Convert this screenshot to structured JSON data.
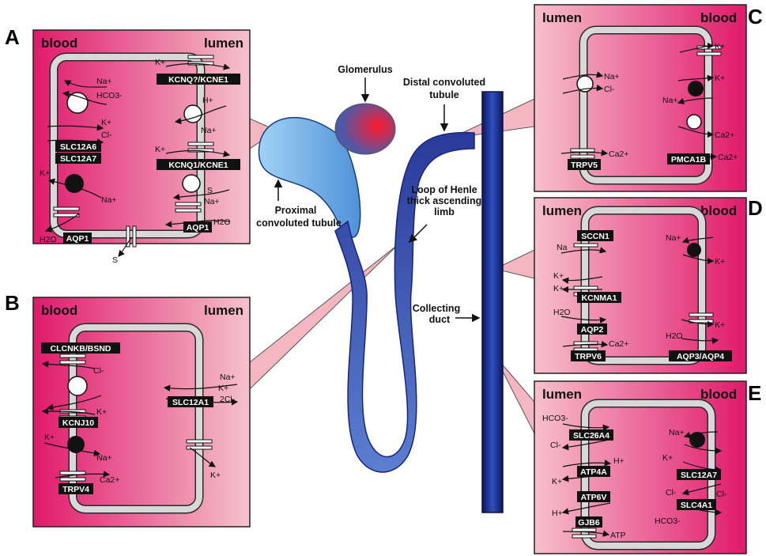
{
  "panels": {
    "A": {
      "letter": "A",
      "left_label": "blood",
      "right_label": "lumen"
    },
    "B": {
      "letter": "B",
      "left_label": "blood",
      "right_label": "lumen"
    },
    "C": {
      "letter": "C",
      "left_label": "lumen",
      "right_label": "blood"
    },
    "D": {
      "letter": "D",
      "left_label": "lumen",
      "right_label": "blood"
    },
    "E": {
      "letter": "E",
      "left_label": "lumen",
      "right_label": "blood"
    }
  },
  "nephron_labels": {
    "glomerulus": "Glomerulus",
    "dct_1": "Distal convoluted",
    "dct_2": "tubule",
    "pct_1": "Proximal",
    "pct_2": "convoluted tubule",
    "loop_1": "Loop of Henle",
    "loop_2": "thick ascending",
    "loop_3": "limb",
    "cd_1": "Collecting",
    "cd_2": "duct"
  },
  "transporters": {
    "A": [
      "KCNQ?/KCNE1",
      "SLC12A6",
      "SLC12A7",
      "KCNQ1/KCNE1",
      "AQP1",
      "AQP1"
    ],
    "B": [
      "CLCNKB/BSND",
      "KCNJ10",
      "TRPV4",
      "SLC12A1"
    ],
    "C": [
      "TRPV5",
      "PMCA1B"
    ],
    "D": [
      "SCCN1",
      "KCNMA1",
      "AQP2",
      "TRPV6",
      "AQP3/AQP4"
    ],
    "E": [
      "SLC26A4",
      "ATP4A",
      "ATP6V",
      "GJB6",
      "SLC12A7",
      "SLC4A1"
    ]
  },
  "ions": {
    "A": [
      "Na+",
      "HCO3-",
      "K+",
      "Cl-",
      "K+",
      "Na+",
      "H2O",
      "S",
      "K+",
      "H+",
      "Na+",
      "K+",
      "S",
      "Na+",
      "H2O"
    ],
    "B": [
      "Cl-",
      "K+",
      "K+",
      "Na+",
      "Ca2+",
      "Na+",
      "K+",
      "2Cl-",
      "K+"
    ],
    "C": [
      "Na+",
      "Cl-",
      "Ca2+",
      "K+",
      "K+",
      "Na+",
      "Ca2+",
      "Ca2+"
    ],
    "D": [
      "Na",
      "K+",
      "K+",
      "H2O",
      "Ca2+",
      "Na+",
      "K+",
      "K+",
      "H2O"
    ],
    "E": [
      "HCO3-",
      "Cl-",
      "H+",
      "K+",
      "H+",
      "ATP",
      "Na+",
      "K+",
      "Cl-",
      "Cl-",
      "HCO3-"
    ]
  },
  "colors": {
    "panel_dark": "#e0196b",
    "panel_light": "#f7c0cc",
    "tubule_light": "#8ec8f0",
    "tubule_dark": "#1a237e",
    "glomerulus_red": "#ee1c3c",
    "glomerulus_blue": "#3c5aa8",
    "membrane": "#d8d8d8",
    "tag_bg": "#111111"
  }
}
